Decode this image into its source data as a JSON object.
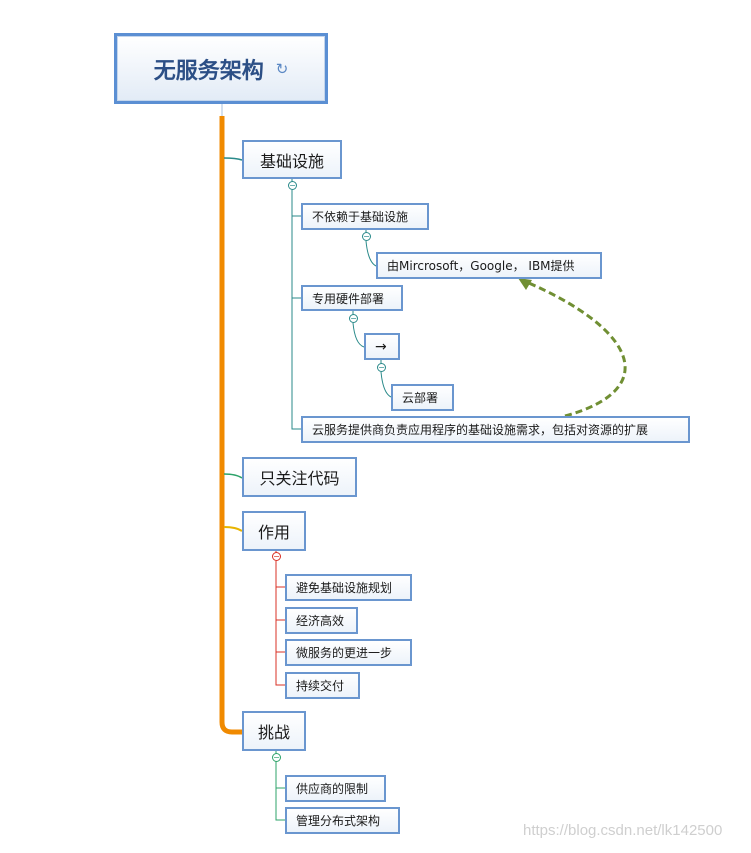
{
  "root": {
    "title": "无服务架构",
    "icon": "refresh-arrow-icon"
  },
  "branches": [
    {
      "label": "基础设施",
      "children": [
        {
          "label": "不依赖于基础设施",
          "children": [
            {
              "label": "由Mircrosoft，Google， IBM提供"
            }
          ]
        },
        {
          "label": "专用硬件部署",
          "children": [
            {
              "label": "→",
              "children": [
                {
                  "label": "云部署"
                }
              ]
            }
          ]
        },
        {
          "label": "云服务提供商负责应用程序的基础设施需求，包括对资源的扩展"
        }
      ]
    },
    {
      "label": "只关注代码"
    },
    {
      "label": "作用",
      "children": [
        {
          "label": "避免基础设施规划"
        },
        {
          "label": "经济高效"
        },
        {
          "label": "微服务的更进一步"
        },
        {
          "label": "持续交付"
        }
      ]
    },
    {
      "label": "挑战",
      "children": [
        {
          "label": "供应商的限制"
        },
        {
          "label": "管理分布式架构"
        }
      ]
    }
  ],
  "colors": {
    "trunk": "#f08a00",
    "teal": "#2a8a8a",
    "red": "#d93025",
    "green": "#2ea36a",
    "relationship": "#708f33"
  },
  "watermark": "https://blog.csdn.net/lk142500"
}
